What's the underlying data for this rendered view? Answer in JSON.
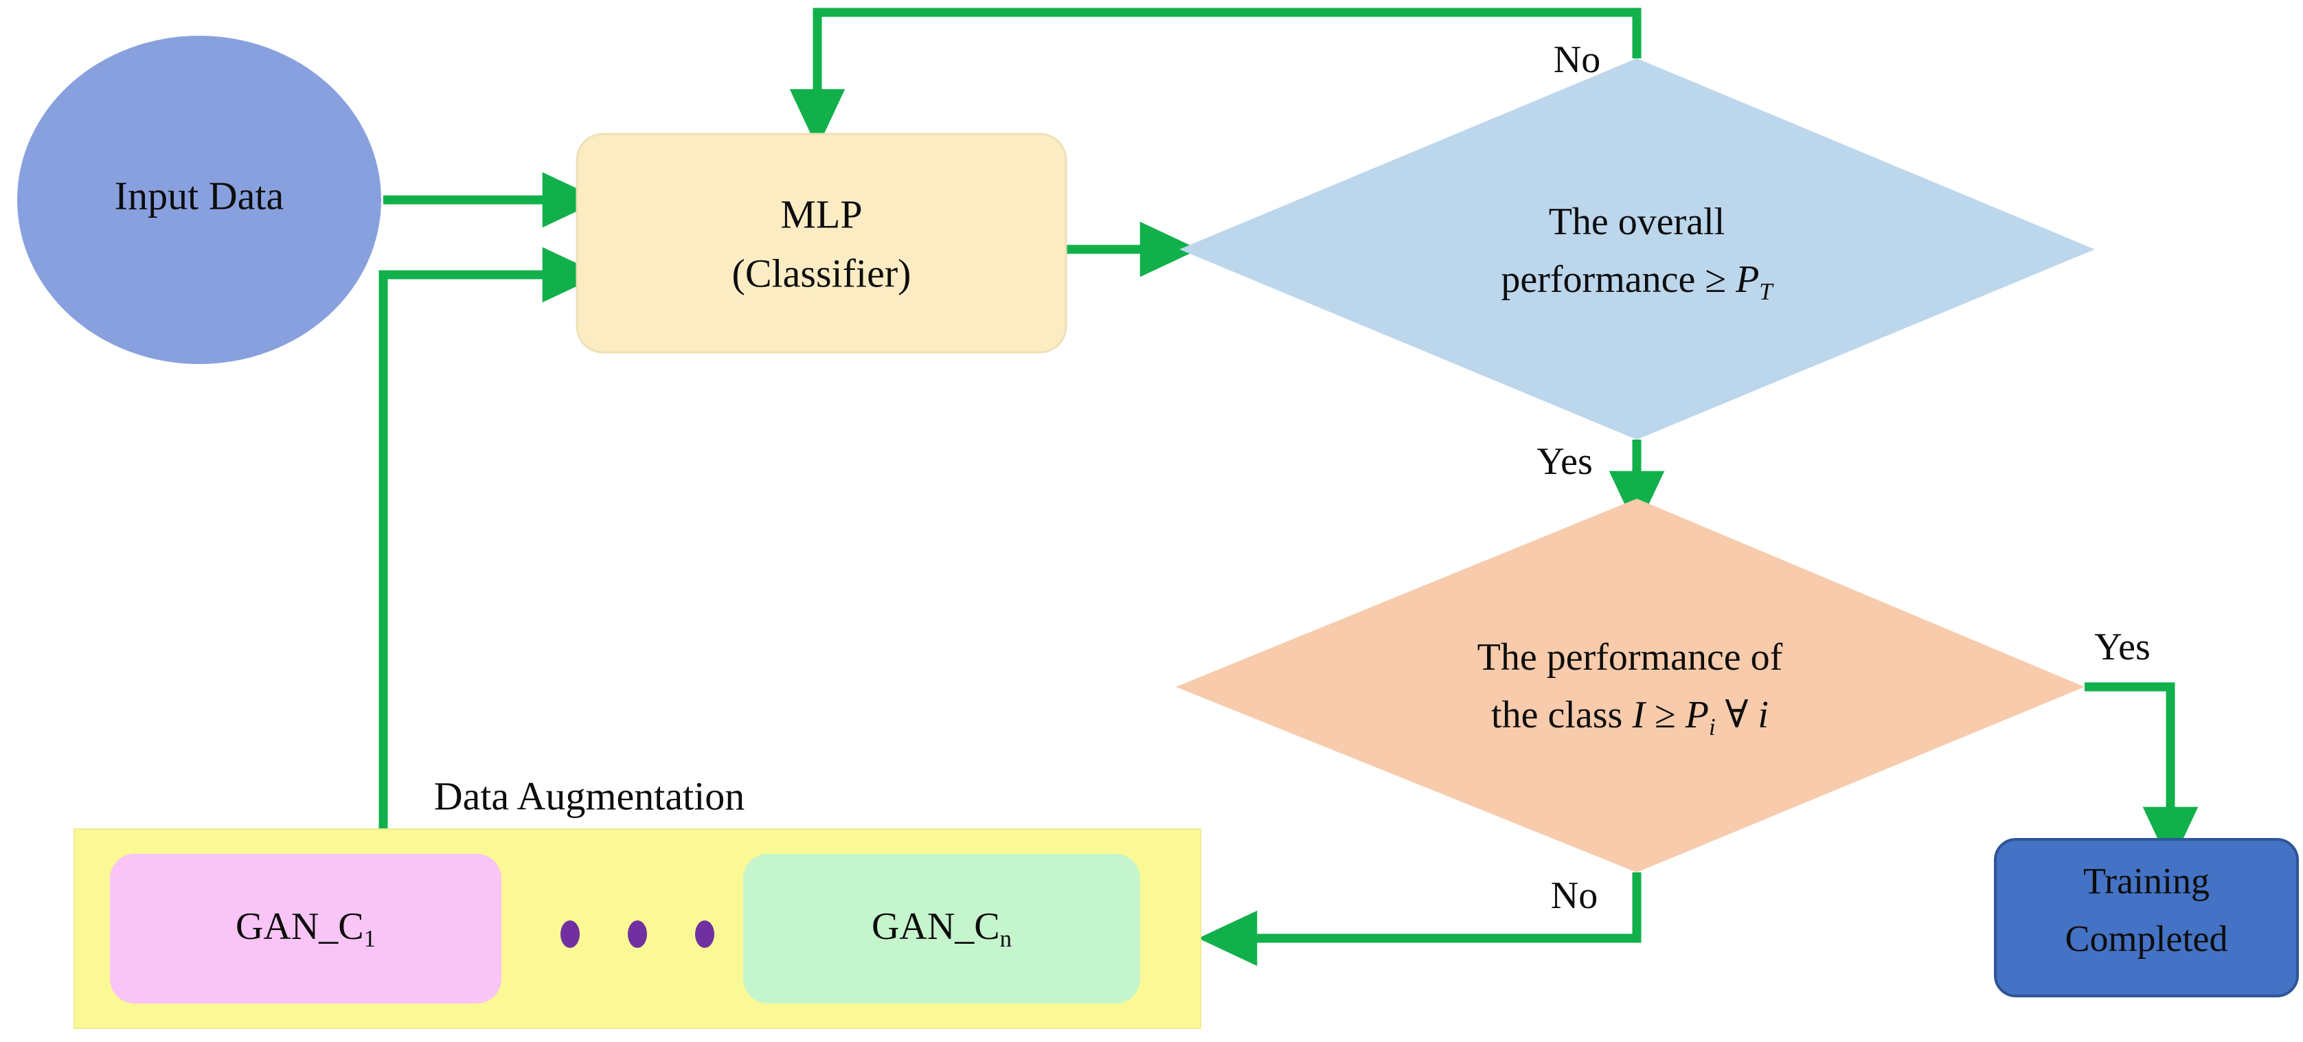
{
  "diagram": {
    "title_label": "Data Augmentation",
    "nodes": {
      "input": {
        "label": "Input Data",
        "shape": "ellipse",
        "fill": "#88a1de"
      },
      "mlp": {
        "line1": "MLP",
        "line2": "(Classifier)",
        "shape": "rounded-rect",
        "fill": "#fbecc4"
      },
      "decision_overall": {
        "line1": "The overall",
        "line2_pre": "performance ≥ ",
        "line2_sym": "P",
        "line2_sub": "T",
        "shape": "diamond",
        "fill": "#bcd6ec"
      },
      "decision_class": {
        "line1": "The performance of",
        "line2_pre": "the class ",
        "line2_var": "I",
        "line2_mid": " ≥ ",
        "line2_sym": "P",
        "line2_sub": "i",
        "line2_post": " ∀ ",
        "line2_var2": "i",
        "shape": "diamond",
        "fill": "#f7cbab"
      },
      "training_completed": {
        "line1": "Training",
        "line2": "Completed",
        "shape": "rounded-rect",
        "fill": "#4472c4"
      },
      "augmentation_panel": {
        "fill": "#fbf896"
      },
      "gan_first": {
        "pre": "GAN_C",
        "sub": "1",
        "fill": "#f9c4f6"
      },
      "gan_last": {
        "pre": "GAN_C",
        "sub": "n",
        "fill": "#c5f5cd"
      },
      "ellipsis_dots": {
        "count": 3,
        "color": "#7030a0"
      }
    },
    "edges": [
      {
        "name": "input-to-mlp",
        "label": ""
      },
      {
        "name": "augmentation-to-mlp",
        "label": ""
      },
      {
        "name": "mlp-to-overall",
        "label": ""
      },
      {
        "name": "overall-no-to-mlp",
        "label": "No"
      },
      {
        "name": "overall-yes-to-class",
        "label": "Yes"
      },
      {
        "name": "class-yes-to-training",
        "label": "Yes"
      },
      {
        "name": "class-no-to-augmentation",
        "label": "No"
      }
    ],
    "edge_labels": {
      "no_top": "No",
      "yes_mid": "Yes",
      "yes_right": "Yes",
      "no_bottom": "No"
    },
    "colors": {
      "arrow": "#11b04b",
      "text": "#0d0d0d",
      "background": "#ffffff"
    }
  }
}
